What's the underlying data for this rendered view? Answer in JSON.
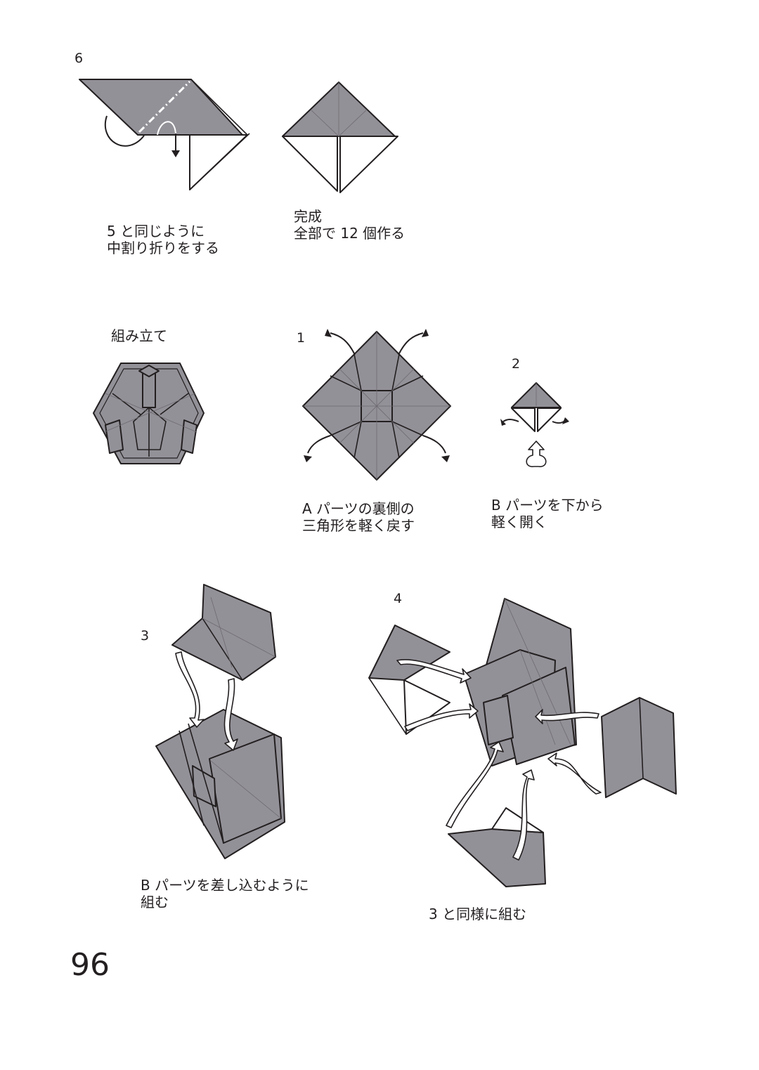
{
  "page_number": "96",
  "step6": {
    "number": "6",
    "caption_lines": [
      "5 と同じように",
      "中割り折りをする"
    ],
    "done_lines": [
      "完成",
      "全部で 12 個作る"
    ]
  },
  "assembly": {
    "title": "組み立て",
    "step1": {
      "number": "1",
      "caption_lines": [
        "A パーツの裏側の",
        "三角形を軽く戻す"
      ]
    },
    "step2": {
      "number": "2",
      "caption_lines": [
        "B パーツを下から",
        "軽く開く"
      ]
    },
    "step3": {
      "number": "3",
      "caption_lines": [
        "B パーツを差し込むように",
        "組む"
      ]
    },
    "step4": {
      "number": "4",
      "caption_lines": [
        "3 と同様に組む"
      ]
    }
  },
  "colors": {
    "paper_gray": "#939198",
    "line": "#231f20"
  }
}
